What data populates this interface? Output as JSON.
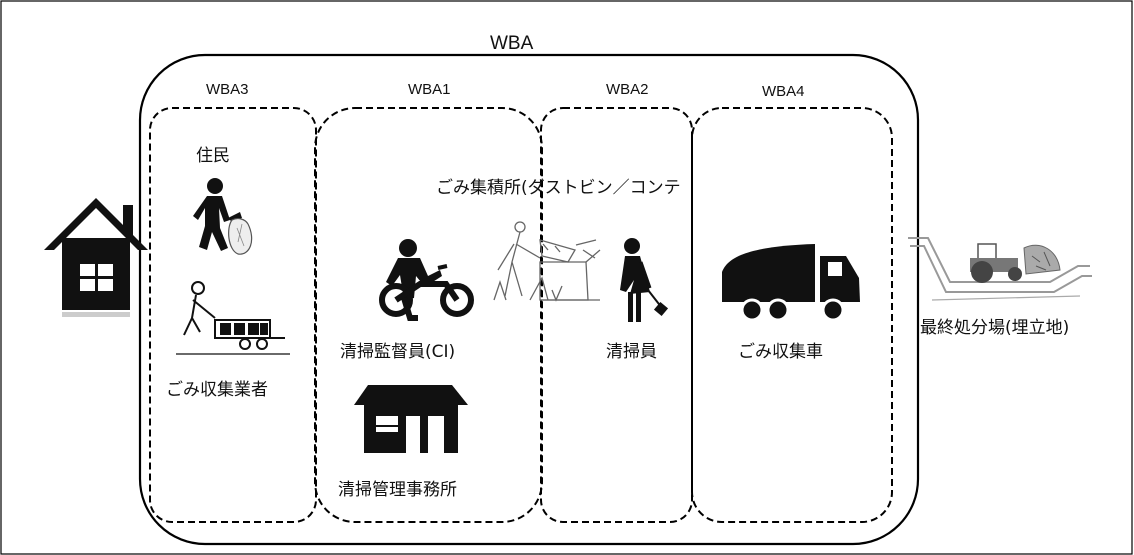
{
  "diagram": {
    "title": "WBA",
    "zones": [
      {
        "label": "WBA3"
      },
      {
        "label": "WBA1"
      },
      {
        "label": "WBA2"
      },
      {
        "label": "WBA4"
      }
    ],
    "actors": {
      "resident": "住民",
      "collector": "ごみ収集業者",
      "supervisor": "清掃監督員(CI)",
      "office": "清掃管理事務所",
      "collection_point": "ごみ集積所(ダストビン／コンテ",
      "cleaner": "清掃員",
      "truck": "ごみ収集車",
      "landfill": "最終処分場(埋立地)"
    },
    "icons": [
      "house-icon",
      "resident-icon",
      "cart-icon",
      "motorbike-icon",
      "office-icon",
      "dustbin-sketch-icon",
      "cleaner-icon",
      "truck-icon",
      "landfill-icon"
    ]
  }
}
